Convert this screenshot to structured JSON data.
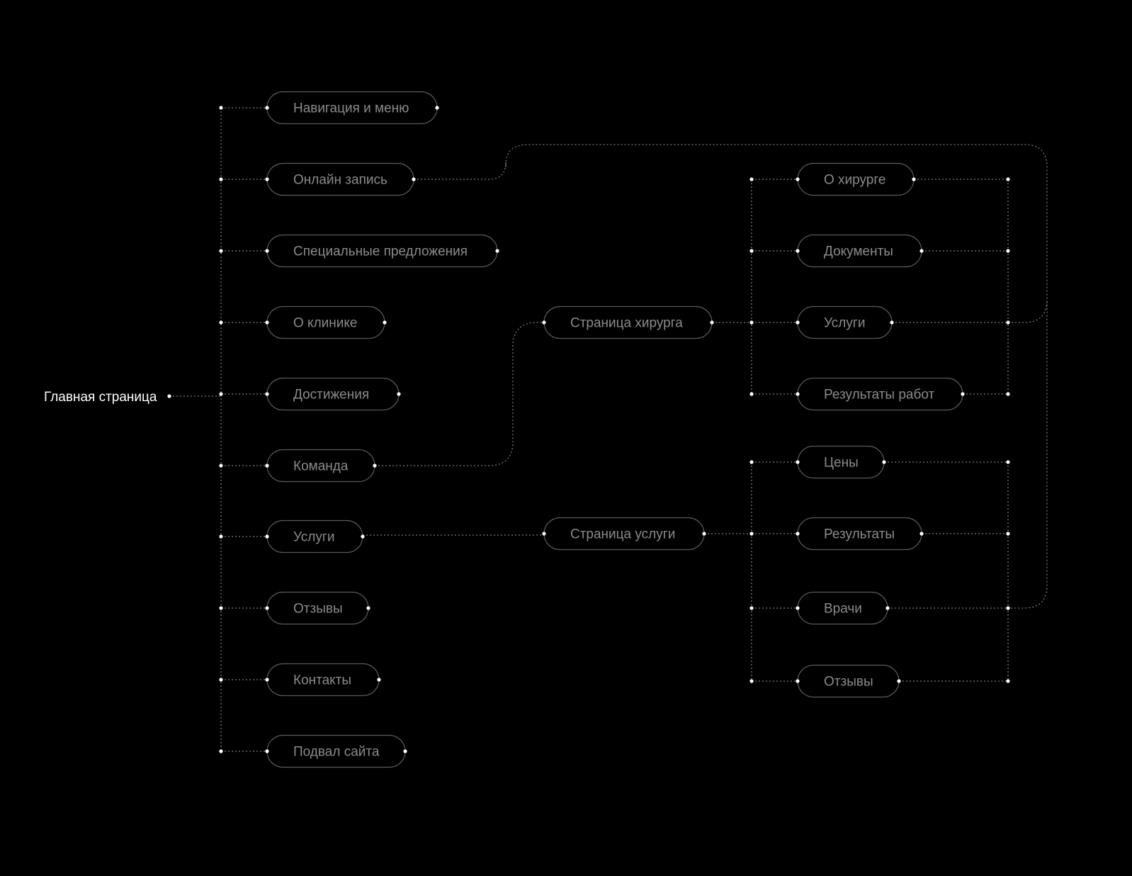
{
  "colors": {
    "background": "#000000",
    "root_text": "#ffffff",
    "node_text": "#8a8a8a",
    "node_border": "#5a5a5a",
    "connector": "#9a9a9a",
    "dot": "#ffffff"
  },
  "root": {
    "label": "Главная страница"
  },
  "home_sections": [
    {
      "label": "Навигация и меню"
    },
    {
      "label": "Онлайн запись"
    },
    {
      "label": "Специальные предложения"
    },
    {
      "label": "О клинике"
    },
    {
      "label": "Достижения"
    },
    {
      "label": "Команда"
    },
    {
      "label": "Услуги"
    },
    {
      "label": "Отзывы"
    },
    {
      "label": "Контакты"
    },
    {
      "label": "Подвал сайта"
    }
  ],
  "subpages": {
    "surgeon": {
      "label": "Страница хирурга"
    },
    "service": {
      "label": "Страница услуги"
    }
  },
  "surgeon_sections": [
    {
      "label": "О хирурге"
    },
    {
      "label": "Документы"
    },
    {
      "label": "Услуги"
    },
    {
      "label": "Результаты работ"
    }
  ],
  "service_sections": [
    {
      "label": "Цены"
    },
    {
      "label": "Результаты"
    },
    {
      "label": "Врачи"
    },
    {
      "label": "Отзывы"
    }
  ]
}
